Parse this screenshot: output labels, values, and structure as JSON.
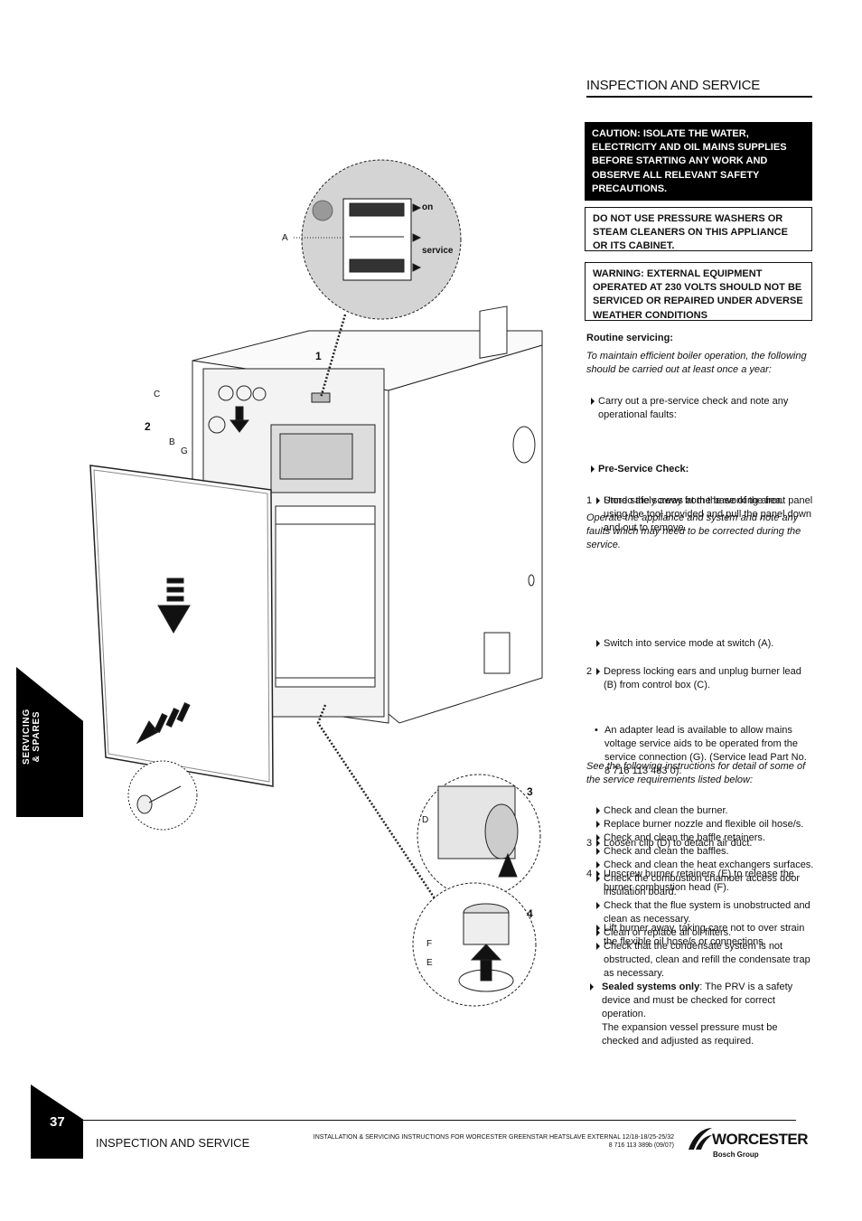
{
  "heading": "INSPECTION AND SERVICE",
  "caution": "CAUTION: ISOLATE THE WATER, ELECTRICITY AND OIL MAINS SUPPLIES BEFORE STARTING ANY WORK AND OBSERVE ALL RELEVANT SAFETY PRECAUTIONS.",
  "notice": "DO NOT USE PRESSURE WASHERS OR STEAM CLEANERS ON THIS APPLIANCE OR ITS CABINET.",
  "warning": "WARNING: EXTERNAL EQUIPMENT OPERATED AT 230 VOLTS SHOULD NOT BE SERVICED OR REPAIRED UNDER ADVERSE WEATHER CONDITIONS",
  "routine": {
    "title": "Routine servicing:",
    "intro": "To maintain efficient boiler operation, the following should be carried out at least once a year:",
    "item": "Carry out a pre-service check and note any operational faults:"
  },
  "preservice": {
    "title": "Pre-Service Check:",
    "step1_num": "1",
    "step1": "Unndo the screws at the base of the front panel using the  tool provided and pull the panel down and out to remove.",
    "step1b": "Store safely away from the working area.",
    "operate": "Operate the appliance and system and note any faults which may need to be corrected during the service.",
    "switch": "Switch into service mode at switch (A).",
    "step2_num": "2",
    "step2": "Depress locking ears and unplug burner lead (B) from control box (C).",
    "bullet_mark": "•",
    "adapter": "An adapter lead is available to allow mains voltage service aids to be operated from the service connection (G). (Service lead Part No. 8 716 113 483 0).",
    "step3_num": "3",
    "step3": "Loosen clip (D) to detach air duct.",
    "step4_num": "4",
    "step4": "Unscrew burner retainers (E) to release the burner combustion head (F).",
    "lift": "Lift burner away, taking care not to over strain the flexible oil hose/s or connections."
  },
  "see_following": "See the following instructions for detail of some of the service requirements listed below:",
  "checks": [
    "Check and clean the burner.",
    "Replace burner nozzle and flexible oil hose/s.",
    "Check and clean the baffle retainers.",
    "Check and clean the baffles.",
    "Check and clean the heat exchangers surfaces.",
    "Check the combustion chamber access door insulation board.",
    "Check that the flue system is unobstructed and clean as necessary.",
    "Clean or replace all oil filters.",
    "Check that the condensate system is not obstructed, clean and refill the condensate trap as necessary."
  ],
  "sealed": {
    "label": "Sealed systems only",
    "text": ": The PRV is a safety device and must be checked for correct operation.",
    "text2": "The expansion vessel pressure must be checked and adjusted as required."
  },
  "figure": {
    "switch_on": "on",
    "switch_service": "service",
    "label_a": "A",
    "label_b": "B",
    "label_c": "C",
    "label_d": "D",
    "label_e": "E",
    "label_f": "F",
    "label_g": "G",
    "step_1": "1",
    "step_2": "2",
    "step_3": "3",
    "step_4": "4"
  },
  "side_tab": "SERVICING\n& SPARES",
  "footer": {
    "page_number": "37",
    "title": "INSPECTION AND SERVICE",
    "doc_line1": "INSTALLATION & SERVICING INSTRUCTIONS FOR WORCESTER GREENSTAR HEATSLAVE EXTERNAL 12/18-18/25-25/32",
    "doc_line2": "8 716 113 389b (09/07)",
    "logo_main": "WORCESTER",
    "logo_sub": "Bosch Group"
  }
}
